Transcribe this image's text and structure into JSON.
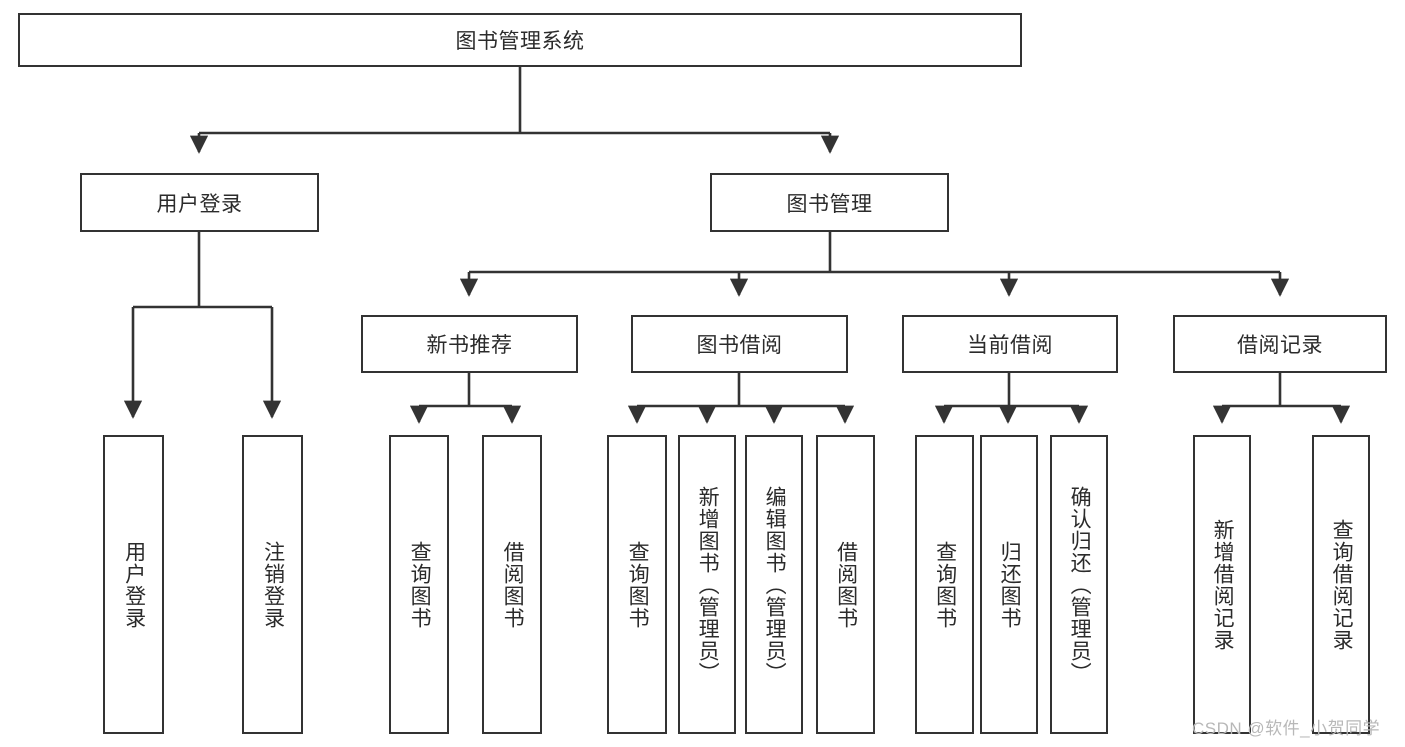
{
  "diagram": {
    "title_node": {
      "label": "图书管理系统"
    },
    "level2": [
      {
        "label": "用户登录"
      },
      {
        "label": "图书管理"
      }
    ],
    "level3": [
      {
        "label": "新书推荐"
      },
      {
        "label": "图书借阅"
      },
      {
        "label": "当前借阅"
      },
      {
        "label": "借阅记录"
      }
    ],
    "leaves": {
      "user_login": [
        {
          "label": "用户登录"
        },
        {
          "label": "注销登录"
        }
      ],
      "new_book": [
        {
          "label": "查询图书"
        },
        {
          "label": "借阅图书"
        }
      ],
      "book_borrow": [
        {
          "label": "查询图书"
        },
        {
          "label": "新增图书（管理员）"
        },
        {
          "label": "编辑图书（管理员）"
        },
        {
          "label": "借阅图书"
        }
      ],
      "current_borrow": [
        {
          "label": "查询图书"
        },
        {
          "label": "归还图书"
        },
        {
          "label": "确认归还（管理员）"
        }
      ],
      "borrow_record": [
        {
          "label": "新增借阅记录"
        },
        {
          "label": "查询借阅记录"
        }
      ]
    }
  },
  "watermark": {
    "text": "CSDN @软件_小贺同学"
  },
  "colors": {
    "stroke": "#333333",
    "text": "#2b2b2b",
    "background": "#ffffff",
    "watermark": "#b8b8b8"
  }
}
